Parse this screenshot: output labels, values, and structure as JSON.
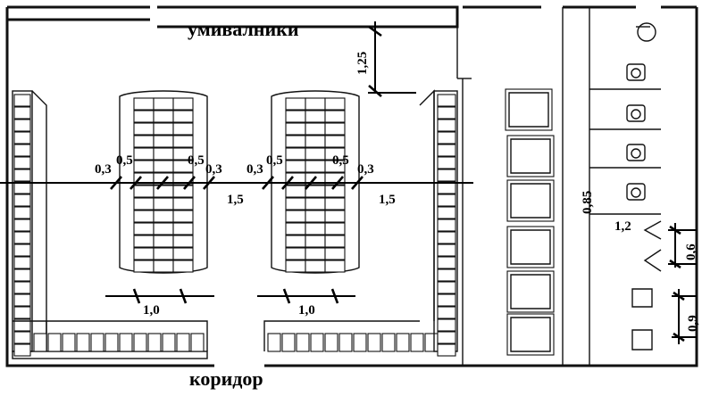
{
  "labels": {
    "top_room": "умивалники",
    "bottom_room": "коридор"
  },
  "dimensions": {
    "wash_depth": "1,25",
    "gap_left_a": "0,3",
    "seat_left_a": "0,5",
    "seat_right_a": "0,5",
    "gap_right_a": "0,3",
    "aisle_a": "1,5",
    "gap_left_b": "0,3",
    "seat_left_b": "0,5",
    "seat_right_b": "0,5",
    "gap_right_b": "0,3",
    "aisle_b": "1,5",
    "passage_a": "1,0",
    "passage_b": "1,0",
    "shower_width": "0,85",
    "toilet_depth": "1,2",
    "urinal_pitch": "0,6",
    "sink_pitch": "0,9"
  }
}
